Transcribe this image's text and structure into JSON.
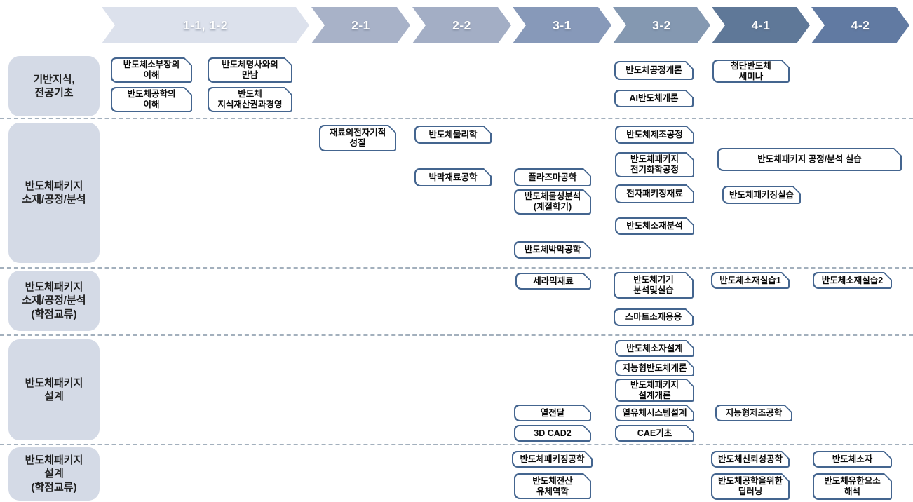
{
  "header": {
    "semesters": [
      {
        "label": "1-1, 1-2",
        "color": "#dce1ec"
      },
      {
        "label": "2-1",
        "color": "#a8b2c8"
      },
      {
        "label": "2-2",
        "color": "#a3aec5"
      },
      {
        "label": "3-1",
        "color": "#8799b9"
      },
      {
        "label": "3-2",
        "color": "#8498b1"
      },
      {
        "label": "4-1",
        "color": "#5f7898"
      },
      {
        "label": "4-2",
        "color": "#617aa2"
      }
    ]
  },
  "rows": [
    {
      "label": "기반지식,\n전공기초",
      "courses": [
        {
          "label": "반도체소부장의\n이해"
        },
        {
          "label": "반도체명사와의\n만남"
        },
        {
          "label": "반도체공학의\n이해"
        },
        {
          "label": "반도체\n지식재산권과경영"
        },
        {
          "label": "반도체공정개론"
        },
        {
          "label": "AI반도체개론"
        },
        {
          "label": "첨단반도체\n세미나"
        }
      ]
    },
    {
      "label": "반도체패키지\n소재/공정/분석",
      "courses": [
        {
          "label": "재료의전자기적\n성질"
        },
        {
          "label": "반도체물리학"
        },
        {
          "label": "박막재료공학"
        },
        {
          "label": "플라즈마공학"
        },
        {
          "label": "반도체물성분석\n(계절학기)"
        },
        {
          "label": "반도체박막공학"
        },
        {
          "label": "반도체제조공정"
        },
        {
          "label": "반도체패키지\n전기화학공정"
        },
        {
          "label": "전자패키징재료"
        },
        {
          "label": "반도체소재분석"
        },
        {
          "label": "반도체패키지 공정/분석 실습"
        },
        {
          "label": "반도체패키징실습"
        }
      ]
    },
    {
      "label": "반도체패키지\n소재/공정/분석\n(학점교류)",
      "courses": [
        {
          "label": "세라믹재료"
        },
        {
          "label": "반도체기기\n분석및실습"
        },
        {
          "label": "스마트소재응용"
        },
        {
          "label": "반도체소재실습1"
        },
        {
          "label": "반도체소재실습2"
        }
      ]
    },
    {
      "label": "반도체패키지\n설계",
      "courses": [
        {
          "label": "열전달"
        },
        {
          "label": "3D CAD2"
        },
        {
          "label": "반도체소자설계"
        },
        {
          "label": "지능형반도체개론"
        },
        {
          "label": "반도체패키지\n설계개론"
        },
        {
          "label": "열유체시스템설계"
        },
        {
          "label": "CAE기초"
        },
        {
          "label": "지능형제조공학"
        }
      ]
    },
    {
      "label": "반도체패키지\n설계\n(학점교류)",
      "courses": [
        {
          "label": "반도체패키징공학"
        },
        {
          "label": "반도체전산\n유체역학"
        },
        {
          "label": "반도체신뢰성공학"
        },
        {
          "label": "반도체공학을위한\n딥러닝"
        },
        {
          "label": "반도체소자"
        },
        {
          "label": "반도체유한요소\n해석"
        }
      ]
    }
  ],
  "colors": {
    "course_border": "#44658f",
    "category_fill": "#d4dae6",
    "separator": "#a3b0bd"
  }
}
